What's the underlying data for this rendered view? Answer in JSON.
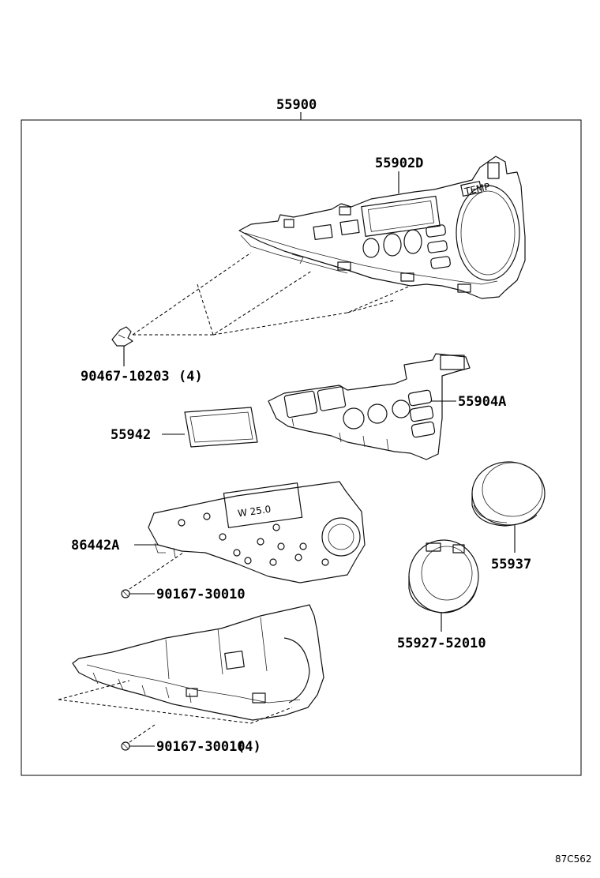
{
  "diagram": {
    "assembly_number": "55900",
    "parts": [
      {
        "id": "bezel",
        "number": "55902D"
      },
      {
        "id": "bezel-clip",
        "number": "90467-10203",
        "qty": "(4)"
      },
      {
        "id": "switch-panel",
        "number": "55904A"
      },
      {
        "id": "display-lens",
        "number": "55942"
      },
      {
        "id": "circuit-board",
        "number": "86442A"
      },
      {
        "id": "board-screw",
        "number": "90167-30010",
        "qty": ""
      },
      {
        "id": "knob",
        "number": "55937"
      },
      {
        "id": "knob-ring",
        "number": "55927-52010"
      },
      {
        "id": "housing-screw",
        "number": "90167-30010",
        "qty": "(4)"
      }
    ],
    "drawing_code": "87C562",
    "legends": {
      "temp_button": "TEMP",
      "display_text": "W 25.0"
    }
  }
}
